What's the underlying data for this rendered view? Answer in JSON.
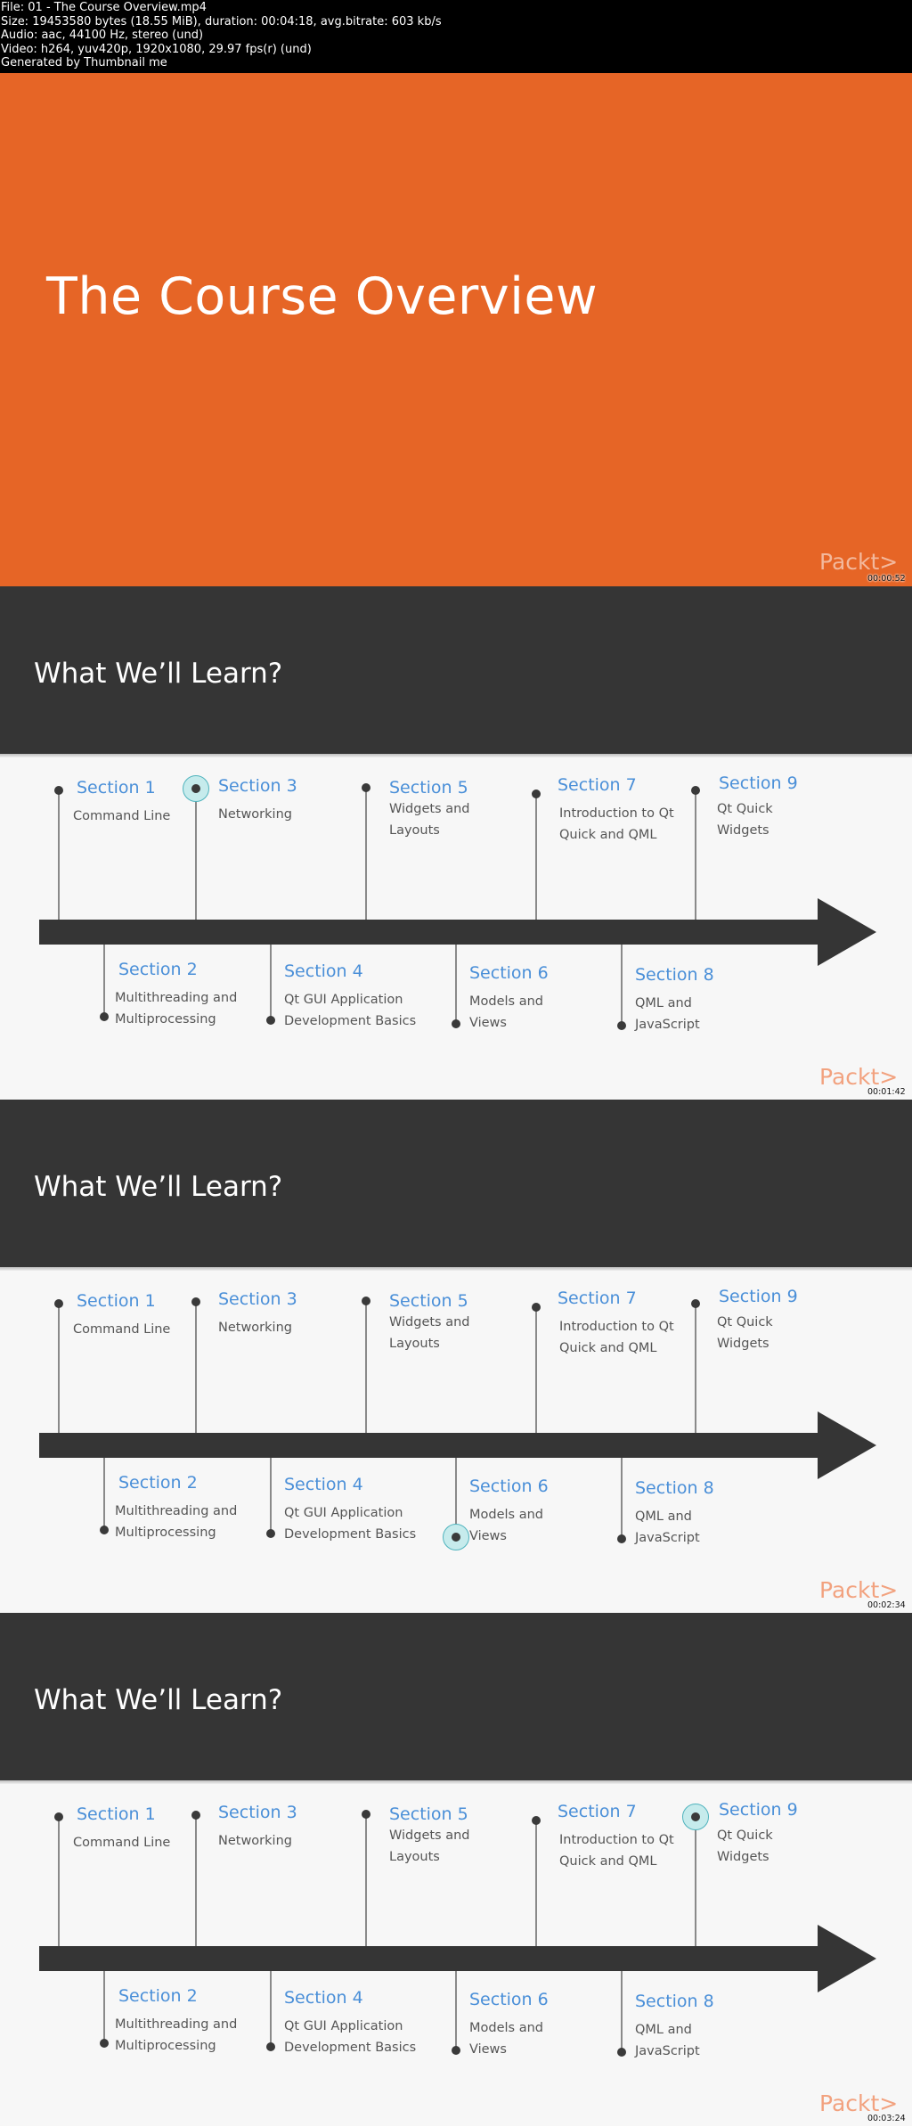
{
  "info": {
    "line1": "File: 01 - The Course Overview.mp4",
    "line2": "Size: 19453580 bytes (18.55 MiB), duration: 00:04:18, avg.bitrate: 603 kb/s",
    "line3": "Audio: aac, 44100 Hz, stereo (und)",
    "line4": "Video: h264, yuv420p, 1920x1080, 29.97 fps(r) (und)",
    "line5": "Generated by Thumbnail me"
  },
  "title_slide": {
    "title": "The Course Overview",
    "logo": "Packt>",
    "timestamp": "00:00:52"
  },
  "agenda": {
    "title": "What We’ll Learn?",
    "logo": "Packt>",
    "sections": [
      {
        "label": "Section 1",
        "desc1": "Command Line",
        "desc2": ""
      },
      {
        "label": "Section 2",
        "desc1": "Multithreading and",
        "desc2": "Multiprocessing"
      },
      {
        "label": "Section 3",
        "desc1": "Networking",
        "desc2": ""
      },
      {
        "label": "Section 4",
        "desc1": "Qt GUI Application",
        "desc2": "Development Basics"
      },
      {
        "label": "Section 5",
        "desc1": "Widgets and",
        "desc2": "Layouts"
      },
      {
        "label": "Section 6",
        "desc1": "Models and",
        "desc2": "Views"
      },
      {
        "label": "Section 7",
        "desc1": "Introduction to Qt",
        "desc2": "Quick and QML"
      },
      {
        "label": "Section 8",
        "desc1": "QML and",
        "desc2": "JavaScript"
      },
      {
        "label": "Section 9",
        "desc1": "Qt Quick",
        "desc2": "Widgets"
      }
    ]
  },
  "frames": [
    {
      "timestamp": "00:01:42",
      "highlighted": "Section 3"
    },
    {
      "timestamp": "00:02:34",
      "highlighted": "Section 6"
    },
    {
      "timestamp": "00:03:24",
      "highlighted": "Section 9"
    }
  ],
  "colors": {
    "title_bg": "#e66526",
    "dark": "#353535",
    "section_blue": "#4a8fd8",
    "highlight_fill": "#c6ebec",
    "highlight_ring": "#4fb3bd",
    "logo": "#f2a27f"
  }
}
